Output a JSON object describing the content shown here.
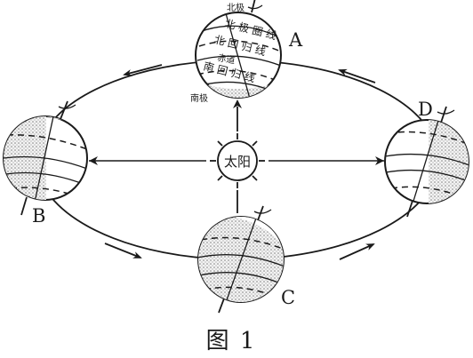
{
  "figure": {
    "caption": "图 1",
    "sun_label": "太阳",
    "positions": [
      "A",
      "B",
      "C",
      "D"
    ],
    "globe_a_labels": {
      "north_pole": "北极",
      "arctic_circle": "北 极 圈 线",
      "tropic_of_cancer": "北 回 归 线",
      "equator": "赤道",
      "tropic_of_capricorn": "南 回 归 线",
      "south_pole": "南极"
    }
  }
}
